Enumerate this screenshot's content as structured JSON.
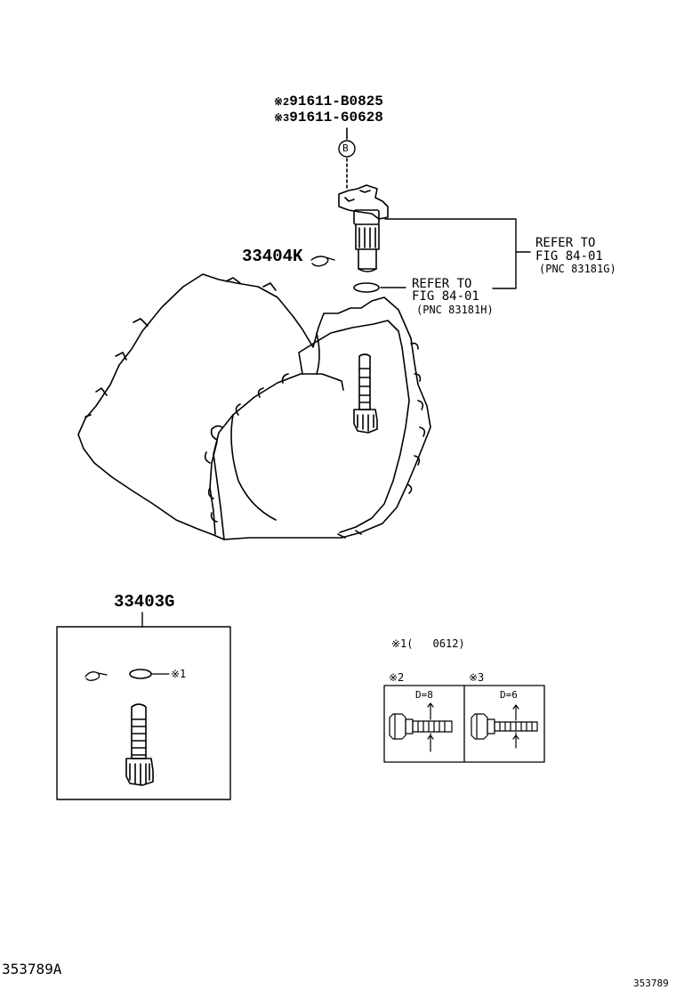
{
  "part_bolt_1": {
    "mark": "※2",
    "number": "91611-B0825"
  },
  "part_bolt_2": {
    "mark": "※3",
    "number": "91611-60628"
  },
  "callout_b": "B",
  "part_sensor": "33404K",
  "refer_1": {
    "line1": "REFER TO",
    "line2": "FIG 84-01",
    "line3": "(PNC 83181G)"
  },
  "refer_2": {
    "line1": "REFER TO",
    "line2": "FIG 84-01",
    "line3": "(PNC 83181H)"
  },
  "part_kit": "33403G",
  "kit_note_mark": "※1",
  "note_1": {
    "mark": "※1(",
    "text": "0612)"
  },
  "legend": {
    "col1": {
      "mark": "※2",
      "size": "D=8"
    },
    "col2": {
      "mark": "※3",
      "size": "D=6"
    }
  },
  "diagram_id": "353789A",
  "footer_id": "353789"
}
